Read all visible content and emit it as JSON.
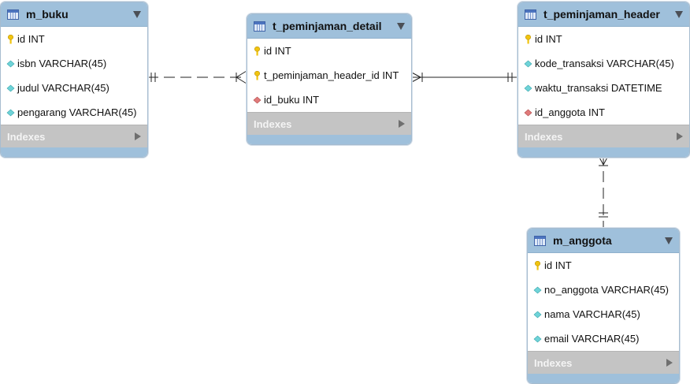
{
  "tables": {
    "m_buku": {
      "title": "m_buku",
      "columns": [
        {
          "label": "id INT",
          "kind": "pk"
        },
        {
          "label": "isbn VARCHAR(45)",
          "kind": "col"
        },
        {
          "label": "judul VARCHAR(45)",
          "kind": "col"
        },
        {
          "label": "pengarang VARCHAR(45)",
          "kind": "col"
        }
      ],
      "indexes": "Indexes"
    },
    "t_peminjaman_detail": {
      "title": "t_peminjaman_detail",
      "columns": [
        {
          "label": "id INT",
          "kind": "pk"
        },
        {
          "label": "t_peminjaman_header_id INT",
          "kind": "pk"
        },
        {
          "label": "id_buku INT",
          "kind": "fk"
        }
      ],
      "indexes": "Indexes"
    },
    "t_peminjaman_header": {
      "title": "t_peminjaman_header",
      "columns": [
        {
          "label": "id INT",
          "kind": "pk"
        },
        {
          "label": "kode_transaksi VARCHAR(45)",
          "kind": "col"
        },
        {
          "label": "waktu_transaksi DATETIME",
          "kind": "col"
        },
        {
          "label": "id_anggota INT",
          "kind": "fk"
        }
      ],
      "indexes": "Indexes"
    },
    "m_anggota": {
      "title": "m_anggota",
      "columns": [
        {
          "label": "id INT",
          "kind": "pk"
        },
        {
          "label": "no_anggota VARCHAR(45)",
          "kind": "col"
        },
        {
          "label": "nama VARCHAR(45)",
          "kind": "col"
        },
        {
          "label": "email VARCHAR(45)",
          "kind": "col"
        }
      ],
      "indexes": "Indexes"
    }
  },
  "icons": {
    "pk": "primary-key-icon",
    "col": "column-diamond-icon",
    "fk": "foreign-key-diamond-icon"
  },
  "colors": {
    "header": "#9fc0db",
    "indexes_bar": "#c4c4c4",
    "pk_key": "#f1c40f",
    "column_diamond": "#6fd3d8",
    "fk_diamond": "#e07a7a",
    "relationship_line": "#222222"
  }
}
